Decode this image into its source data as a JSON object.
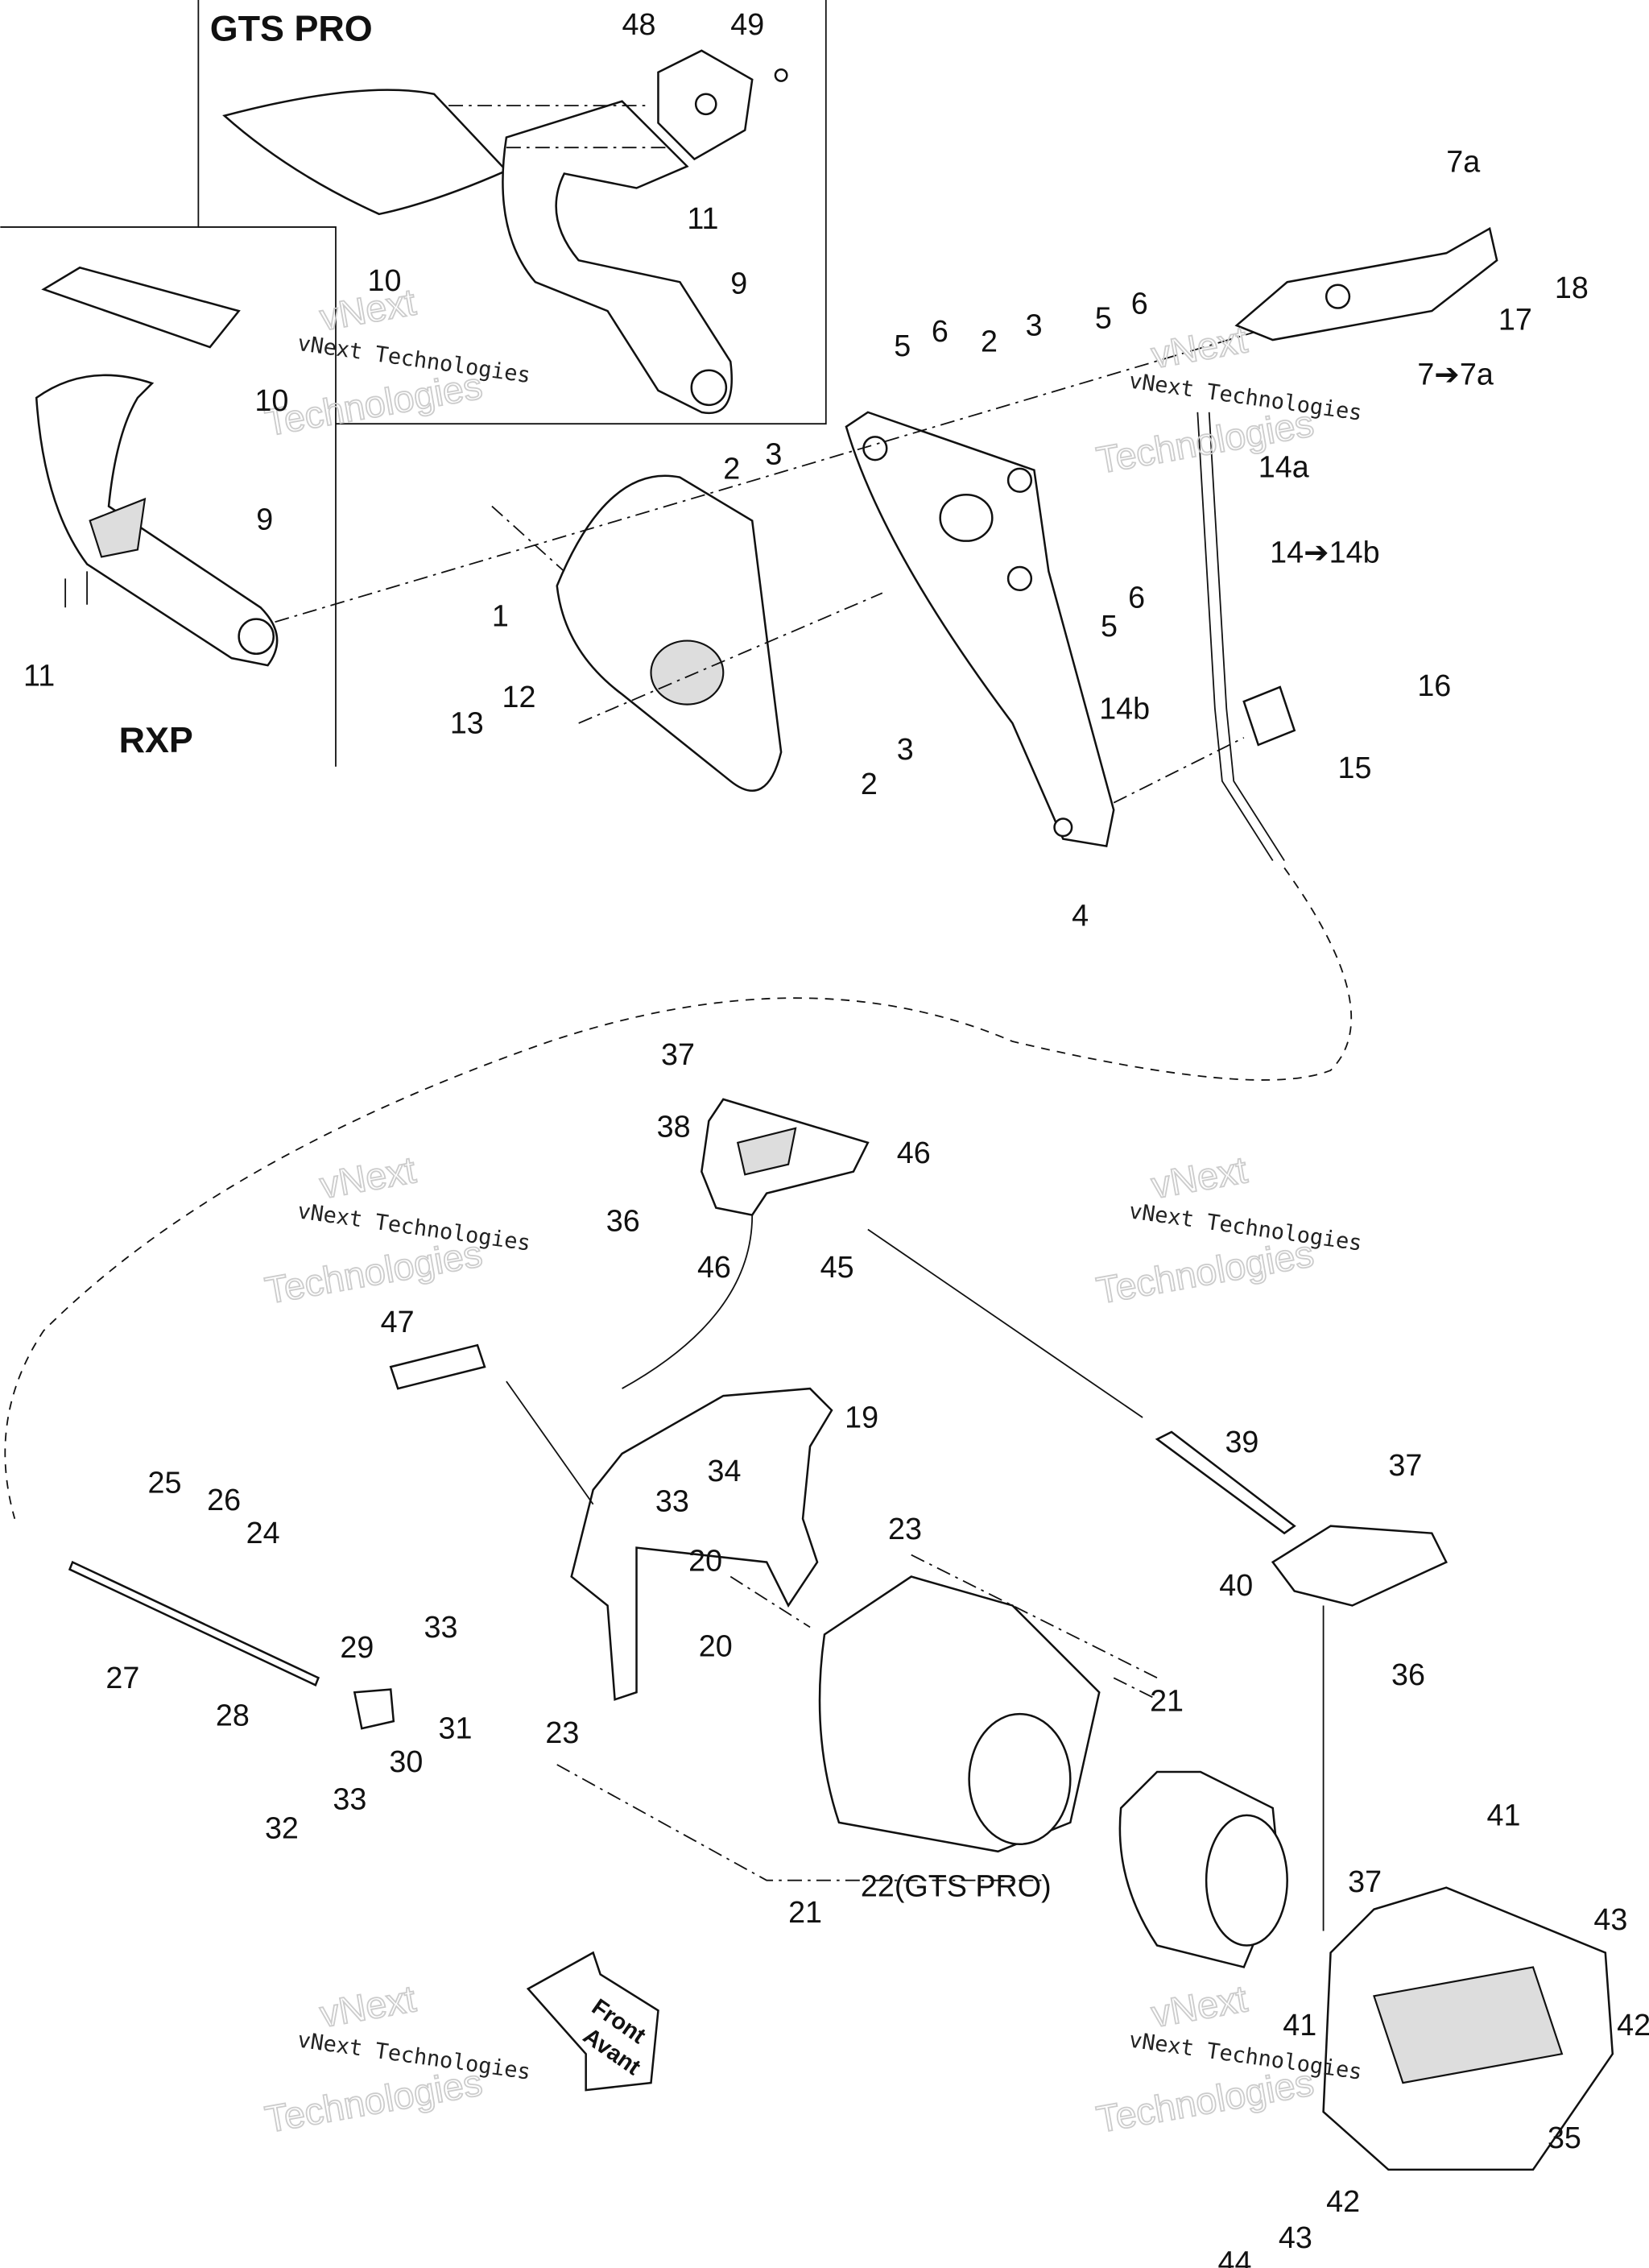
{
  "diagram": {
    "title": "Steering / Reverse system exploded parts view",
    "inset_gts": "GTS PRO",
    "inset_rxp": "RXP",
    "front_arrow": {
      "line1": "Front",
      "line2": "Avant"
    },
    "watermark": {
      "line1": "vNext Technologies",
      "line2": "vNext",
      "line3": "Technologies"
    },
    "labels": [
      "48",
      "49",
      "11",
      "10",
      "9",
      "10",
      "9",
      "11",
      "7a",
      "18",
      "17",
      "7➔7a",
      "5",
      "6",
      "2",
      "3",
      "5",
      "6",
      "14a",
      "14➔14b",
      "2",
      "3",
      "1",
      "5",
      "6",
      "16",
      "14b",
      "12",
      "13",
      "3",
      "2",
      "15",
      "4",
      "37",
      "38",
      "46",
      "36",
      "46",
      "45",
      "47",
      "19",
      "39",
      "37",
      "25",
      "26",
      "24",
      "34",
      "33",
      "23",
      "20",
      "40",
      "20",
      "33",
      "29",
      "27",
      "28",
      "31",
      "21",
      "36",
      "23",
      "30",
      "33",
      "32",
      "41",
      "21",
      "22(GTS PRO)",
      "37",
      "43",
      "41",
      "42",
      "35",
      "42",
      "43",
      "44"
    ]
  }
}
